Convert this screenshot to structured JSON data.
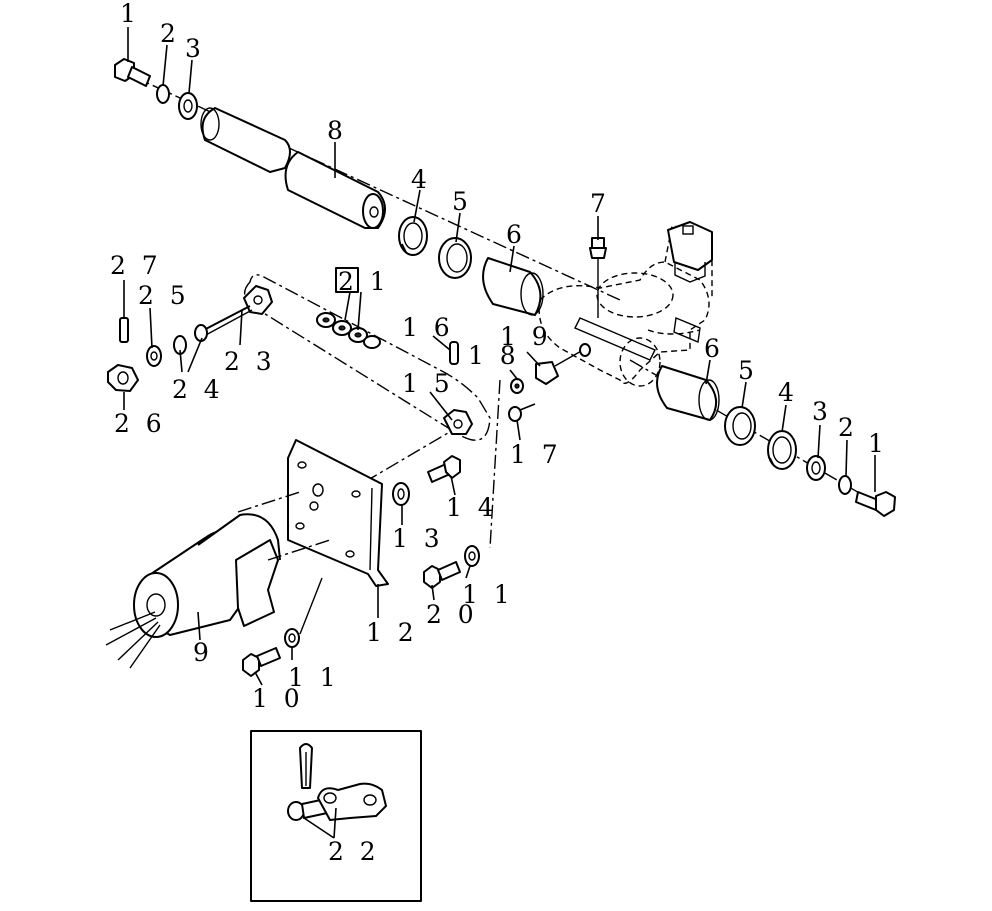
{
  "diagram": {
    "callouts": [
      {
        "id": "c-1-top",
        "text": "1"
      },
      {
        "id": "c-2-top",
        "text": "2"
      },
      {
        "id": "c-3-top",
        "text": "3"
      },
      {
        "id": "c-8",
        "text": "8"
      },
      {
        "id": "c-4-upper",
        "text": "4"
      },
      {
        "id": "c-5-upper",
        "text": "5"
      },
      {
        "id": "c-6-upper",
        "text": "6"
      },
      {
        "id": "c-7",
        "text": "7"
      },
      {
        "id": "c-27",
        "text": "2  7"
      },
      {
        "id": "c-25",
        "text": "2  5"
      },
      {
        "id": "c-21",
        "text": "2  1"
      },
      {
        "id": "c-23",
        "text": "2  3"
      },
      {
        "id": "c-24",
        "text": "2  4"
      },
      {
        "id": "c-26",
        "text": "2  6"
      },
      {
        "id": "c-16",
        "text": "1  6"
      },
      {
        "id": "c-15",
        "text": "1  5"
      },
      {
        "id": "c-18",
        "text": "1  8"
      },
      {
        "id": "c-19",
        "text": "1  9"
      },
      {
        "id": "c-17",
        "text": "1  7"
      },
      {
        "id": "c-6-lower",
        "text": "6"
      },
      {
        "id": "c-5-lower",
        "text": "5"
      },
      {
        "id": "c-4-lower",
        "text": "4"
      },
      {
        "id": "c-3-lower",
        "text": "3"
      },
      {
        "id": "c-2-lower",
        "text": "2"
      },
      {
        "id": "c-1-lower",
        "text": "1"
      },
      {
        "id": "c-14",
        "text": "1  4"
      },
      {
        "id": "c-13",
        "text": "1  3"
      },
      {
        "id": "c-12",
        "text": "1  2"
      },
      {
        "id": "c-9",
        "text": "9"
      },
      {
        "id": "c-20",
        "text": "2  0"
      },
      {
        "id": "c-11-mid",
        "text": "1  1"
      },
      {
        "id": "c-10",
        "text": "1  0"
      },
      {
        "id": "c-11-low",
        "text": "1  1"
      },
      {
        "id": "c-22",
        "text": "2  2"
      }
    ]
  }
}
